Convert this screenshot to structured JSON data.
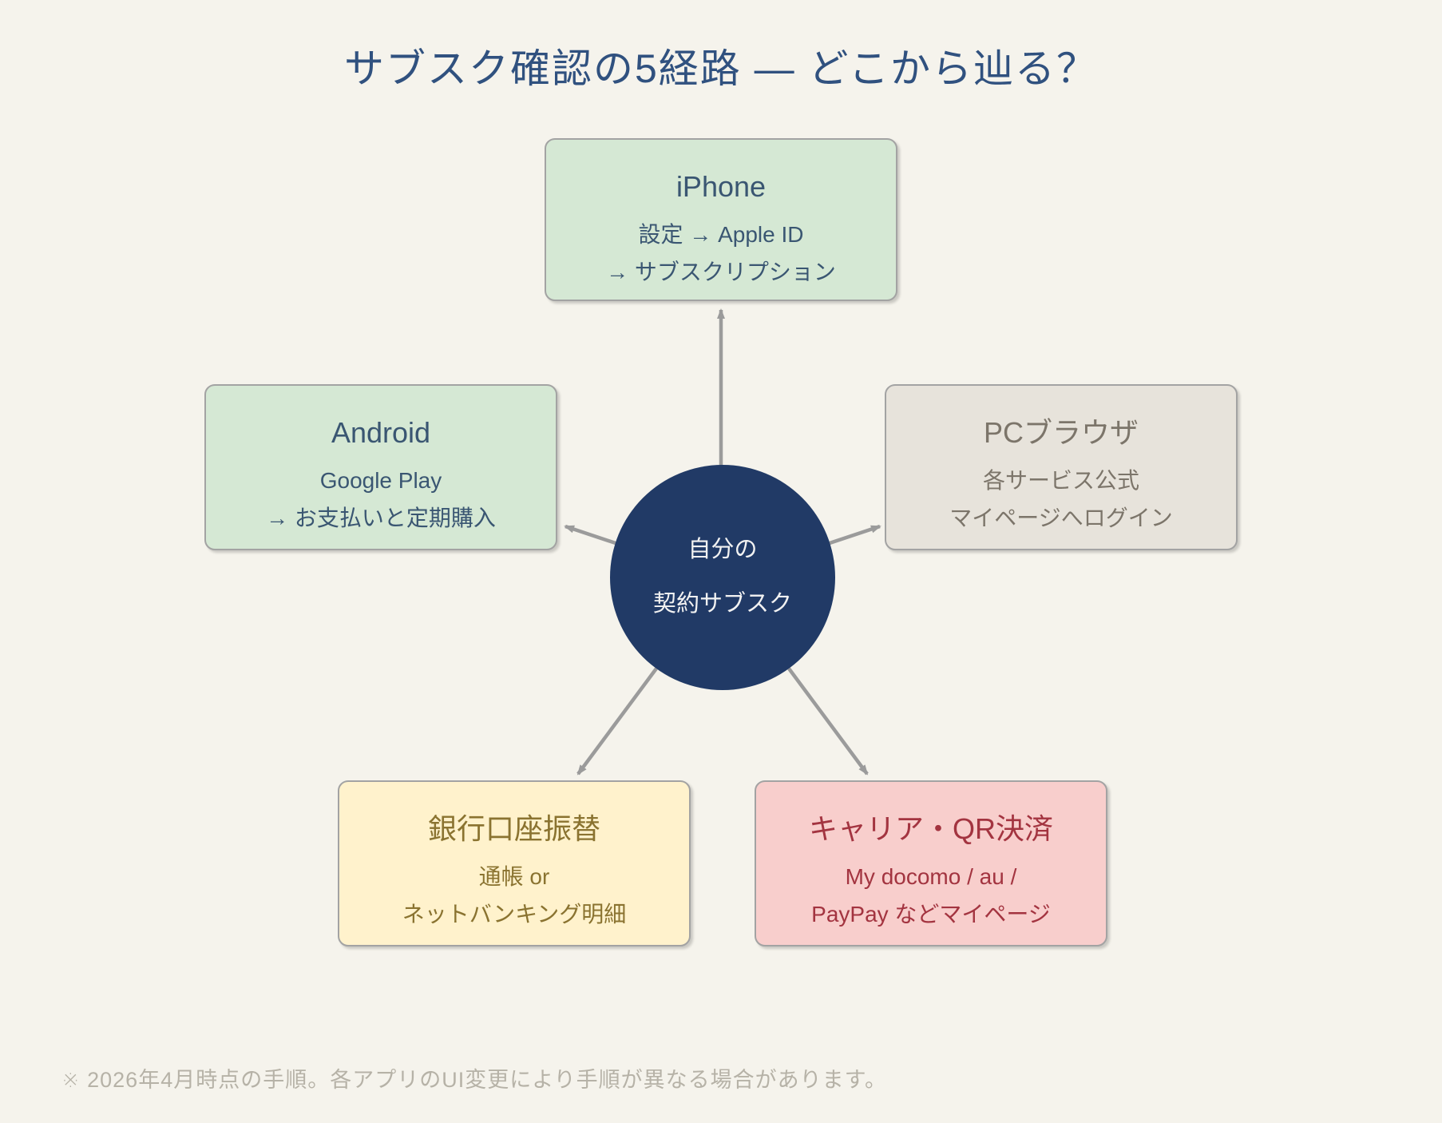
{
  "page": {
    "title": "サブスク確認の5経路 — どこから辿る？",
    "footnote": "※ 2026年4月時点の手順。各アプリのUI変更により手順が異なる場合があります。",
    "colors": {
      "background": "#F5F3EC",
      "title_text": "#30517F",
      "footnote_text": "#B6B2A7",
      "connector": "#9B9B9B",
      "box_border": "#A3A3A3"
    }
  },
  "center_node": {
    "label_line1": "自分の",
    "label_line2": "契約サブスク",
    "fill": "#213A66",
    "text_color": "#F2F2F2"
  },
  "nodes": [
    {
      "id": "iphone",
      "title": "iPhone",
      "lines": [
        "設定 → Apple ID",
        "→ サブスクリプション"
      ],
      "fill": "#D5E8D4",
      "border": "#A3A3A3",
      "text_color": "#3A5672"
    },
    {
      "id": "android",
      "title": "Android",
      "lines": [
        "Google Play",
        "→ お支払いと定期購入"
      ],
      "fill": "#D5E8D4",
      "border": "#A3A3A3",
      "text_color": "#3A5672"
    },
    {
      "id": "pc-browser",
      "title": "PCブラウザ",
      "lines": [
        "各サービス公式",
        "マイページへログイン"
      ],
      "fill": "#E7E3DB",
      "border": "#A3A3A3",
      "text_color": "#7C756A"
    },
    {
      "id": "bank-transfer",
      "title": "銀行口座振替",
      "lines": [
        "通帳 or",
        "ネットバンキング明細"
      ],
      "fill": "#FFF2CC",
      "border": "#A3A3A3",
      "text_color": "#8A7330"
    },
    {
      "id": "carrier-qr",
      "title": "キャリア・QR決済",
      "lines": [
        "My docomo / au /",
        "PayPay などマイページ"
      ],
      "fill": "#F8CECC",
      "border": "#A3A3A3",
      "text_color": "#A33440"
    }
  ]
}
